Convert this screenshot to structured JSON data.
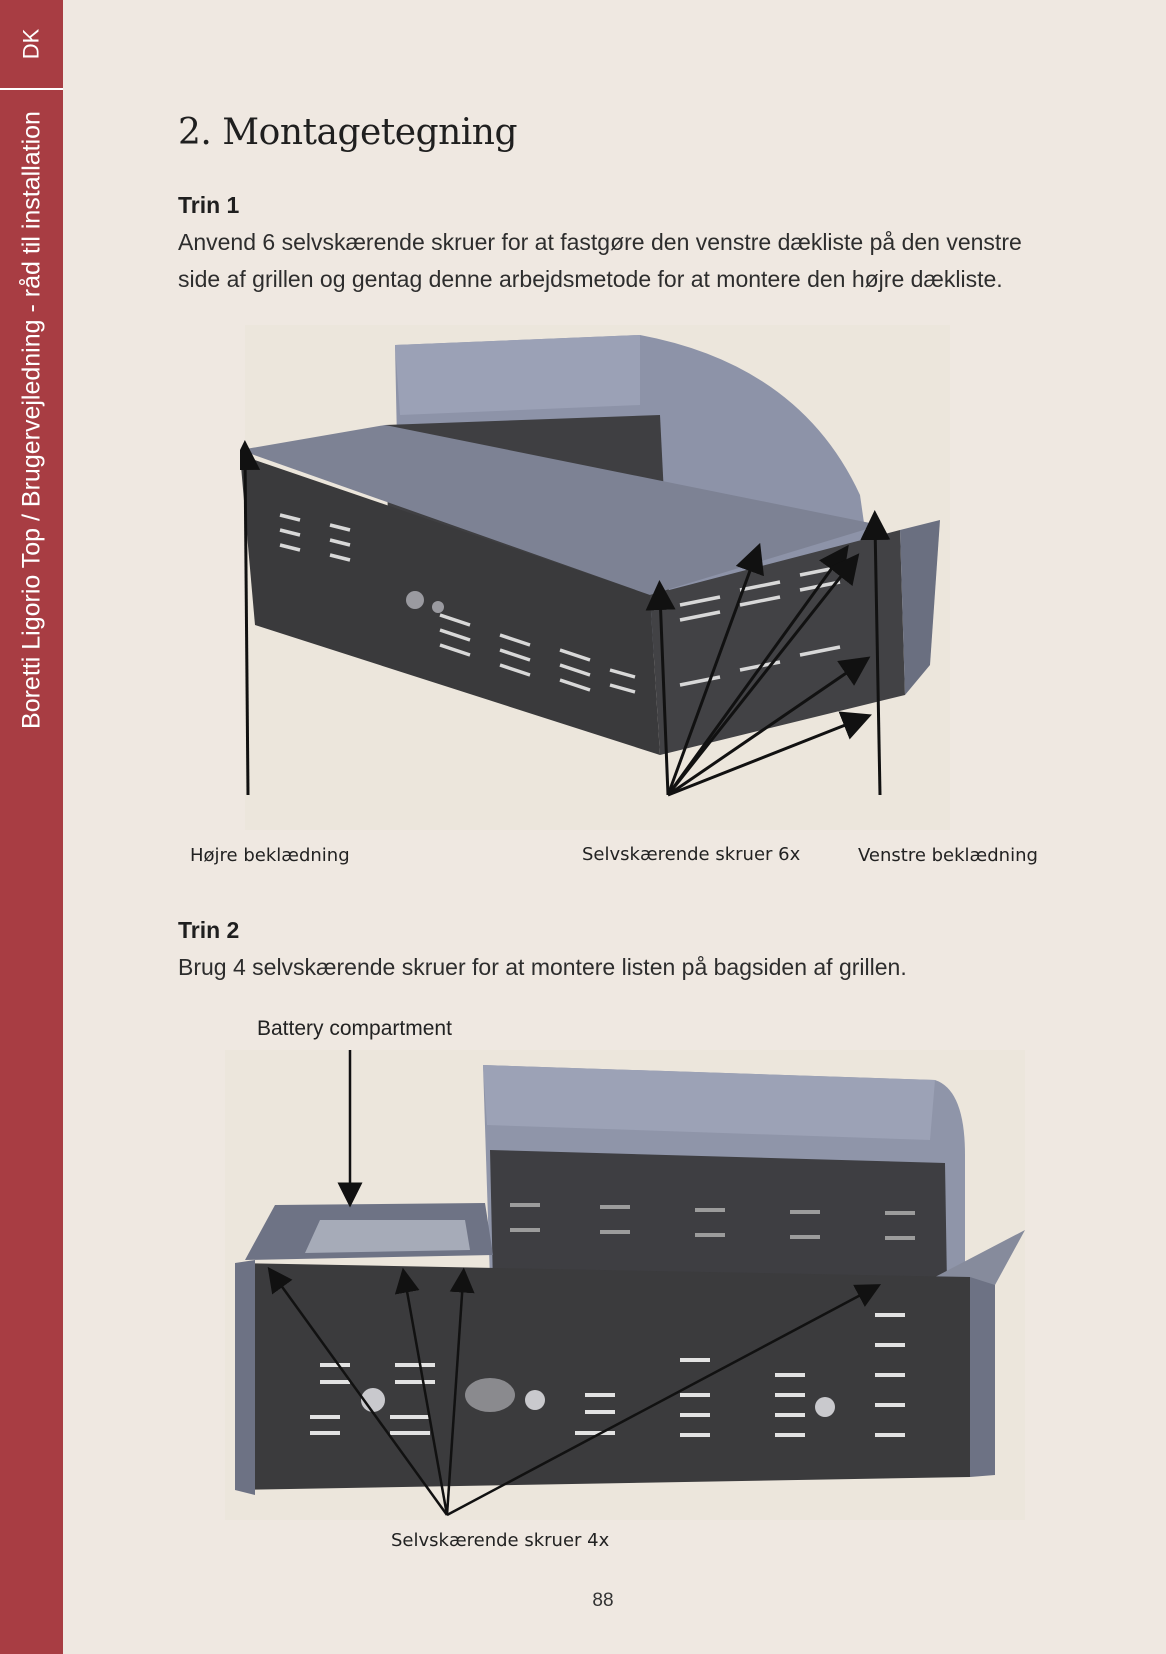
{
  "sidebar": {
    "language": "DK",
    "title": "Boretti Ligorio Top / Brugervejledning - råd til installation"
  },
  "heading": "2. Montagetegning",
  "step1": {
    "title": "Trin 1",
    "text": "Anvend 6 selvskærende skruer for at fastgøre den venstre dækliste på den venstre side af grillen og gentag denne arbejdsmetode for at montere den højre dækliste.",
    "captions": {
      "right_panel": "Højre beklædning",
      "screws": "Selvskærende skruer 6x",
      "left_panel": "Venstre beklædning"
    }
  },
  "step2": {
    "title": "Trin 2",
    "text": "Brug 4 selvskærende skruer for at montere listen på bagsiden af grillen.",
    "captions": {
      "battery": "Battery compartment",
      "screws": "Selvskærende skruer 4x"
    }
  },
  "page_number": "88",
  "colors": {
    "sidebar": "#a83d43",
    "page": "#efe8e1",
    "grill_dark": "#3b3b3b",
    "grill_steel": "#7c8193"
  }
}
